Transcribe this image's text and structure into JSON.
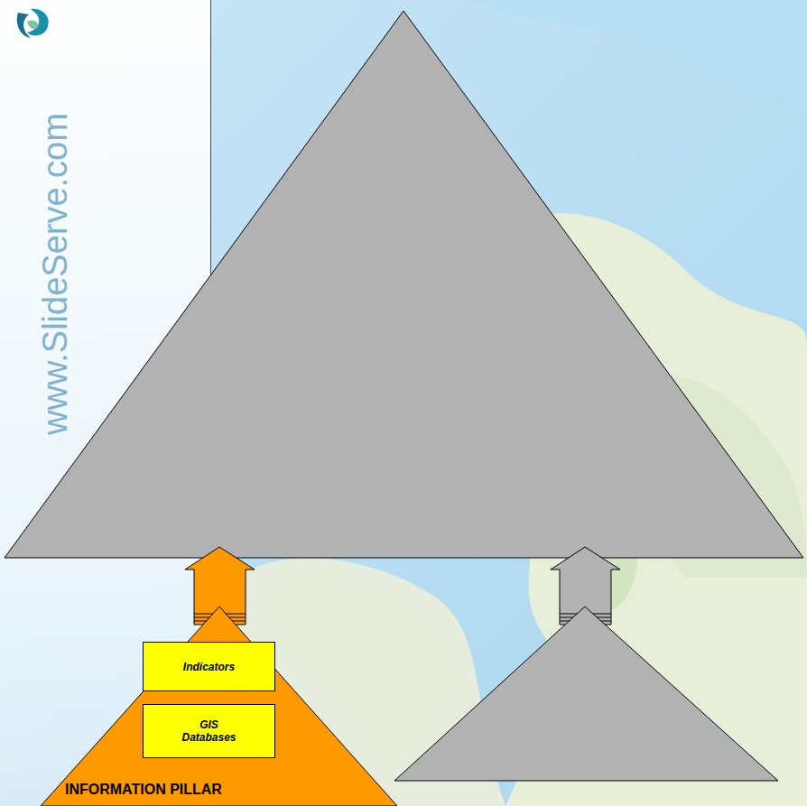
{
  "diagram": {
    "nodes": [
      {
        "text": [
          "INFORMATION PILLAR"
        ]
      },
      {
        "text": [
          "Indicators"
        ],
        "in": 0
      },
      {
        "text": [
          "GIS Databases"
        ],
        "in": 0
      }
    ],
    "labels": [
      "www.SlideServe.com"
    ]
  }
}
